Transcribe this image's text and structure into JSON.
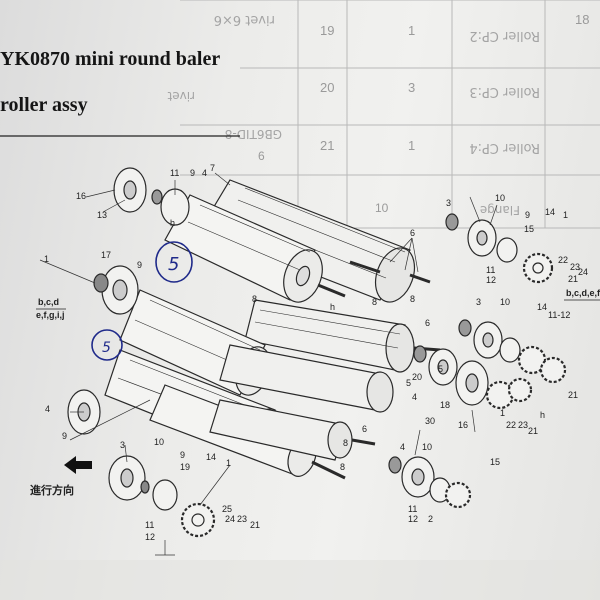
{
  "header": {
    "title": "YK0870 mini round baler",
    "subtitle": "roller assy"
  },
  "bg_table": {
    "row_19_num": "19",
    "row_19_qty": "1",
    "row_19_part": "Roller CP:2",
    "row_19_desc": "rivet 6×6",
    "row_19_qty2": "18",
    "row_20_num": "20",
    "row_20_qty": "3",
    "row_20_part": "Roller CP:3",
    "row_20_desc": "rivet",
    "row_21_num": "21",
    "row_21_qty": "1",
    "row_21_part": "Roller CP:4",
    "row_21_desc": "6",
    "row_21_code": "GB6TID-8",
    "row_22_num": "10",
    "row_22_part": "Flange"
  },
  "handwriting": {
    "circle_upper": "5",
    "circle_lower": "5"
  },
  "labels": {
    "group_left_1": "b,c,d",
    "group_left_2": "e,f,g,i,j",
    "group_right": "b,c,d,e,f",
    "direction": "進行方向"
  },
  "callouts": {
    "n16a": "16",
    "n13": "13",
    "n11a": "11",
    "n9a": "9",
    "n4a": "4",
    "n7": "7",
    "h1": "h",
    "n6": "6",
    "n1a": "1",
    "n17a": "17",
    "n9b": "9",
    "n8a": "8",
    "h2": "h",
    "n3a": "3",
    "n5b": "5",
    "n8b": "8",
    "n8c": "8",
    "n4b": "4",
    "n10a": "10",
    "n9c": "9",
    "n14a": "14",
    "n15a": "15",
    "n1b": "1",
    "n11b": "11",
    "n12a": "12",
    "n22a": "22",
    "n23a": "23",
    "n21a": "21",
    "n24a": "24",
    "n3b": "3",
    "n10b": "10",
    "n14b": "14",
    "n1112": "11-12",
    "n9d": "9",
    "n5c": "5",
    "n20": "20",
    "n18": "18",
    "n16b": "16",
    "n1c": "1",
    "n22b": "22",
    "n23b": "23",
    "n21b": "21",
    "n21c": "21",
    "hc": "h",
    "n4c": "4",
    "n9e": "9",
    "n3c": "3",
    "n10c": "10",
    "n19": "19",
    "n1d": "1",
    "n14c": "14",
    "n11c": "11",
    "n12b": "12",
    "n25a": "25",
    "n24b": "24",
    "n23c": "23",
    "n21d": "21",
    "n6b": "6",
    "n8d": "8",
    "n8e": "8",
    "n30": "30",
    "n6c": "6",
    "n4d": "4",
    "n10d": "10",
    "n11d": "11",
    "n12c": "12",
    "n2": "2",
    "n15b": "15"
  },
  "colors": {
    "ink": "#222222",
    "paper": "#ececea",
    "pen": "#1f2a8a"
  }
}
